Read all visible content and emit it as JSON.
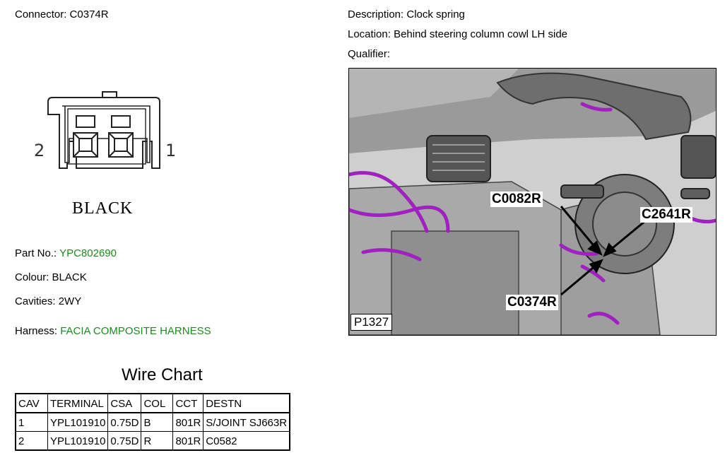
{
  "connector": {
    "label": "Connector:",
    "value": "C0374R"
  },
  "description": {
    "label": "Description:",
    "value": "Clock spring"
  },
  "location": {
    "label": "Location:",
    "value": "Behind steering column cowl LH side"
  },
  "qualifier": {
    "label": "Qualifier:",
    "value": ""
  },
  "diagram": {
    "pin_left": "2",
    "pin_right": "1",
    "colour_label": "BLACK"
  },
  "part_no": {
    "label": "Part No.:",
    "value": "YPC802690"
  },
  "colour": {
    "label": "Colour:",
    "value": "BLACK"
  },
  "cavities": {
    "label": "Cavities:",
    "value": "2WY"
  },
  "harness": {
    "label": "Harness:",
    "value": "FACIA COMPOSITE HARNESS"
  },
  "photo": {
    "ref": "P1327",
    "callouts": {
      "c0082r": "C0082R",
      "c2641r": "C2641R",
      "c0374r": "C0374R"
    }
  },
  "wire_chart": {
    "title": "Wire Chart",
    "headers": [
      "CAV",
      "TERMINAL",
      "CSA",
      "COL",
      "CCT",
      "DESTN"
    ],
    "rows": [
      [
        "1",
        "YPL101910",
        "0.75D",
        "B",
        "801R",
        "S/JOINT SJ663R"
      ],
      [
        "2",
        "YPL101910",
        "0.75D",
        "R",
        "801R",
        "C0582"
      ]
    ]
  },
  "colors": {
    "link_green": "#1f8a1f",
    "wire_purple": "#a020c0"
  }
}
